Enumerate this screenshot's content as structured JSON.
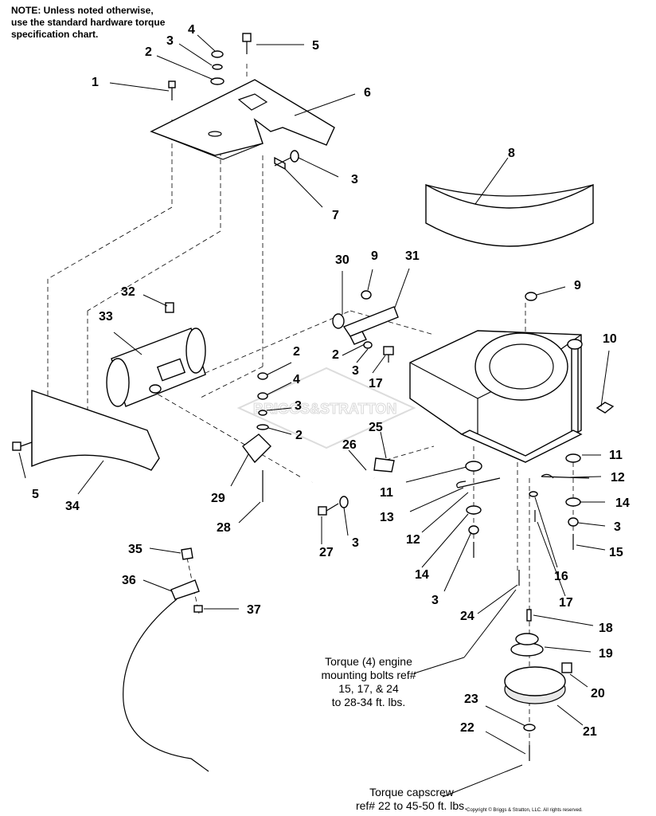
{
  "note": {
    "lines": [
      "NOTE: Unless noted otherwise,",
      "use the standard hardware torque",
      "specification chart."
    ]
  },
  "watermark": "BRIGGS&STRATTON",
  "torque_engine": {
    "lines": [
      "Torque (4) engine",
      "mounting bolts ref#",
      "15, 17, & 24",
      "to 28-34 ft. lbs."
    ]
  },
  "torque_capscrew": {
    "lines": [
      "Torque capscrew",
      "ref# 22 to 45-50 ft. lbs."
    ]
  },
  "copyright": "Copyright © Briggs & Stratton, LLC. All rights reserved.",
  "callouts": [
    "1",
    "2",
    "3",
    "4",
    "5",
    "6",
    "3",
    "7",
    "8",
    "9",
    "30",
    "31",
    "32",
    "33",
    "9",
    "10",
    "2",
    "4",
    "3",
    "2",
    "2",
    "3",
    "17",
    "25",
    "26",
    "11",
    "11",
    "12",
    "13",
    "12",
    "14",
    "14",
    "3",
    "3",
    "15",
    "16",
    "17",
    "5",
    "34",
    "29",
    "28",
    "27",
    "3",
    "35",
    "36",
    "37",
    "24",
    "18",
    "19",
    "20",
    "21",
    "23",
    "22"
  ]
}
